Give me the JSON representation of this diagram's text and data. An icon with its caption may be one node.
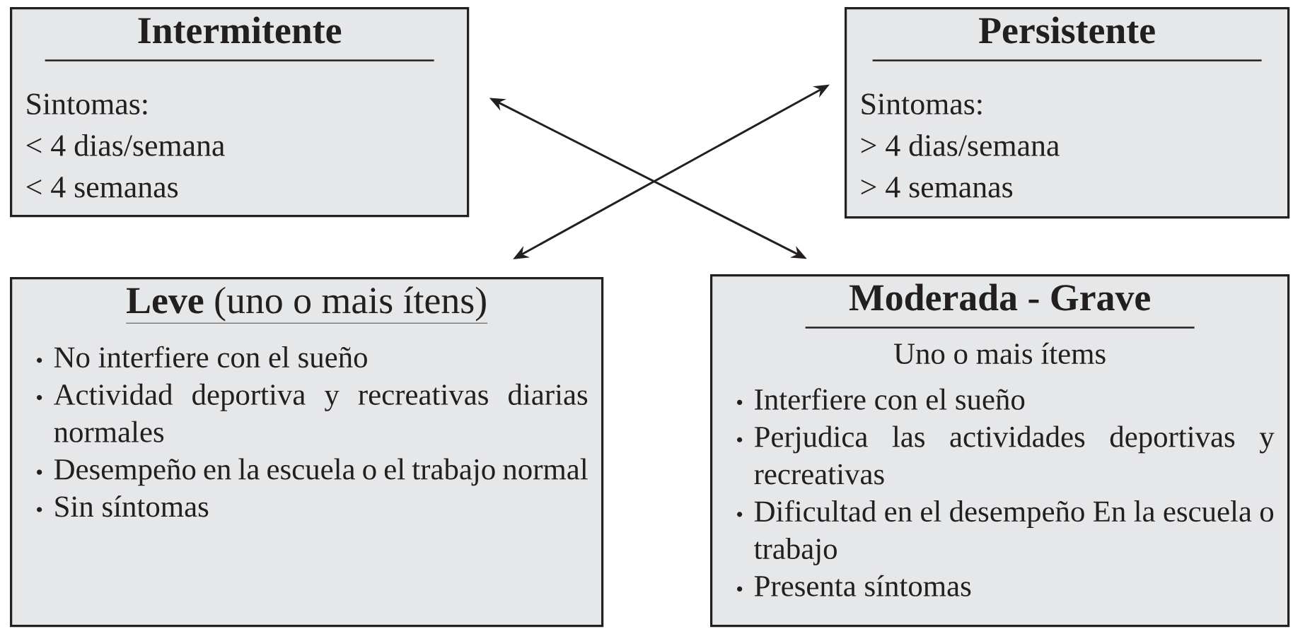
{
  "diagram": {
    "nodes": [
      {
        "text": [
          "Intermitente",
          "Sintomas:",
          "< 4 dias/semana",
          "< 4 semanas"
        ]
      },
      {
        "text": [
          "Persistente",
          "Sintomas:",
          "> 4 dias/semana",
          "> 4 semanas"
        ]
      },
      {
        "text": [
          "**Leve** (uno o mais ítens)",
          "No interfiere con el sueño",
          "Actividad deportiva y recreativas diarias normales",
          "Desempeño en la escuela o el trabajo normal",
          "Sin síntomas"
        ]
      },
      {
        "text": [
          "Moderada - Grave",
          "Uno o mais ítems",
          "Interfiere con el sueño",
          "Perjudica las actividades deportivas y recreativas",
          "Dificultad en el desempeño En la escuela o trabajo",
          "Presenta síntomas"
        ]
      }
    ],
    "edges": [
      {
        "from": 0,
        "to": 3,
        "arrow": "both"
      },
      {
        "from": 2,
        "to": 1,
        "arrow": "both"
      }
    ]
  }
}
